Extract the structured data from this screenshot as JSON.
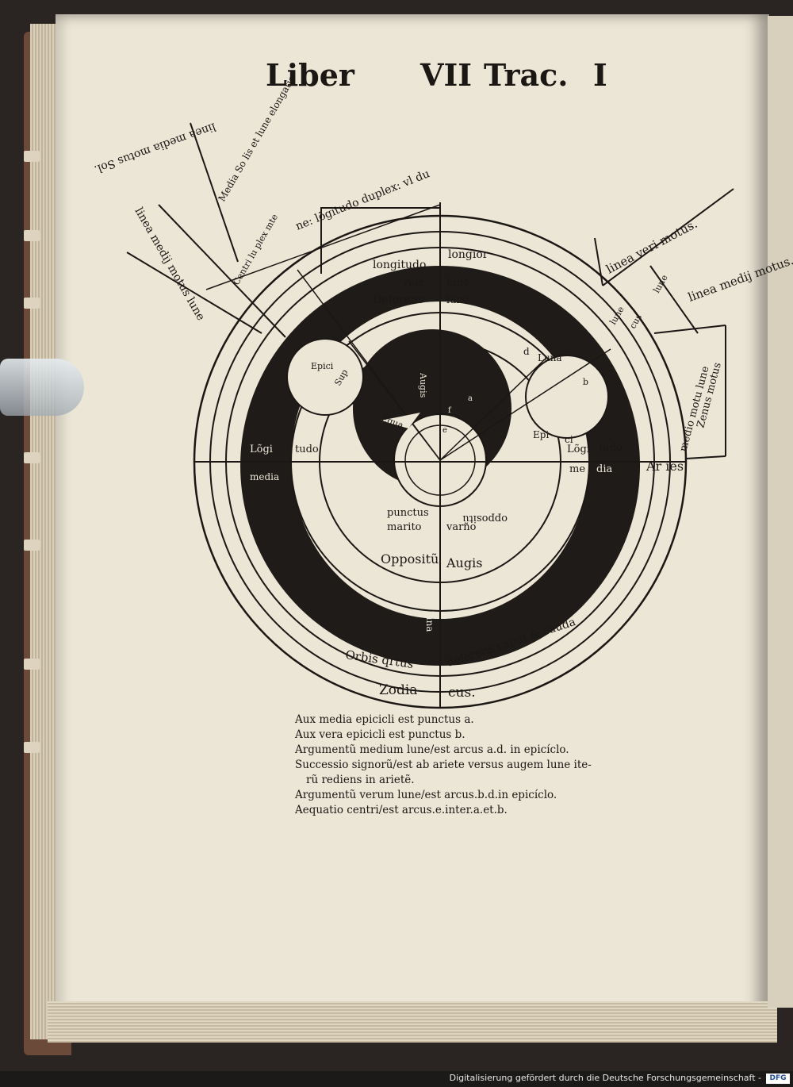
{
  "header": {
    "liber": "Liber",
    "volume": "VII",
    "trac": "Trac.",
    "number": "I"
  },
  "diagram": {
    "top_box": [
      "longitudo",
      "longior"
    ],
    "aux_deferens": [
      "Aux",
      "lune",
      "Deferens",
      "lune"
    ],
    "epicycle_left": [
      "Epici",
      "Sup"
    ],
    "epicycle_right": [
      "d",
      "Luna",
      "b",
      "Epi",
      "ci"
    ],
    "center": [
      "Augis",
      "Equa",
      "e",
      "f",
      "a"
    ],
    "longitudo_media_left": [
      "Lõgi",
      "tudo",
      "media"
    ],
    "longitudo_media_right": [
      "Lõgi",
      "tudo",
      "me",
      "dia"
    ],
    "aries": "Ar ies",
    "punctus": [
      "punctus",
      "oppositũ",
      "marito",
      "varno"
    ],
    "oppositu": [
      "Oppositũ",
      "Augis"
    ],
    "longitudo_propior": [
      "Longitudo",
      "propior"
    ],
    "luna_vertical": "luna",
    "orbis": [
      "Orbis q̃rtus",
      "deferens caput & cauda"
    ],
    "zodiacus": [
      "Zodia",
      "cus."
    ],
    "left_labels": [
      "linea medij motus lune",
      "Media So lis et lune elongatio",
      "Centri lu plex mte",
      "ne: lõgitudo duplex: vl du",
      "linea media motus Sol."
    ],
    "right_labels": [
      "linea veri motus.",
      "linea medij motus.",
      "lune",
      "lune",
      "cus",
      "medio motu lune",
      "Zenus motus"
    ]
  },
  "legend": [
    "Aux media epicicli est punctus a.",
    "Aux vera epicicli est punctus b.",
    "Argumentũ medium lune/est arcus a.d. in epicíclo.",
    "Successio signorũ/est ab ariete versus augem lune ite-",
    "rũ rediens in arietẽ.",
    "Argumentũ verum lune/est arcus.b.d.in epicíclo.",
    "Aequatio centri/est arcus.e.inter.a.et.b."
  ],
  "footer": {
    "text": "Digitalisierung gefördert durch die Deutsche Forschungsgemeinschaft -",
    "logo": "DFG"
  }
}
